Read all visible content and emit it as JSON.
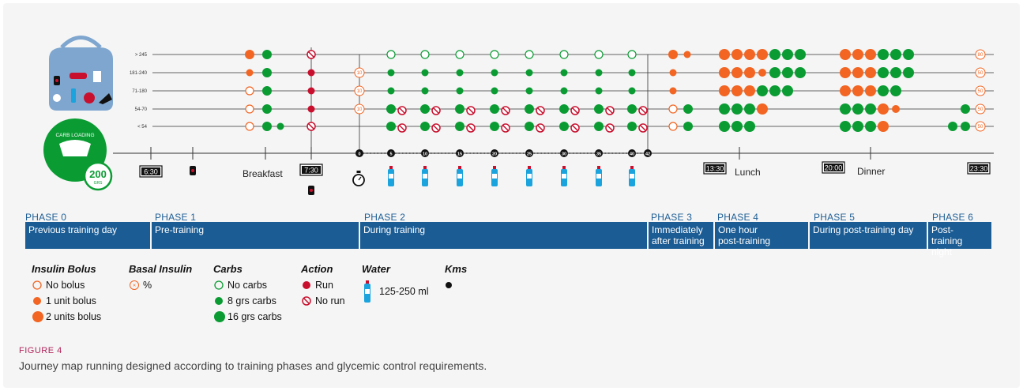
{
  "colors": {
    "orange": "#f26522",
    "green": "#0a9c33",
    "red": "#c8102e",
    "blue": "#1b5c94",
    "bottle": "#1aa3dd",
    "bag": "#7ea6cf"
  },
  "rows": [
    "> 245",
    "181-240",
    "71-180",
    "54-70",
    "< 54"
  ],
  "timeline": {
    "time_boxes": [
      "6:30",
      "7:30",
      "13:30",
      "20:00",
      "23:30"
    ],
    "meal_labels": [
      "Breakfast",
      "Lunch",
      "Dinner"
    ],
    "km_marks": [
      "0",
      "5",
      "10",
      "15",
      "20",
      "25",
      "30",
      "35",
      "40",
      "42"
    ]
  },
  "carb_loading": {
    "title": "CARB LOADING",
    "amount": "200",
    "unit": "GRS"
  },
  "basal": {
    "pre": "10",
    "post": [
      "80",
      "50",
      "50",
      "50",
      "50"
    ]
  },
  "phases": [
    {
      "label": "PHASE 0",
      "desc": "Previous training day"
    },
    {
      "label": "PHASE 1",
      "desc": "Pre-training"
    },
    {
      "label": "PHASE 2",
      "desc": "During training"
    },
    {
      "label": "PHASE 3",
      "desc": "Immediately after training"
    },
    {
      "label": "PHASE 4",
      "desc": "One hour post-training"
    },
    {
      "label": "PHASE 5",
      "desc": "During post-training day"
    },
    {
      "label": "PHASE 6",
      "desc": "Post-training night"
    }
  ],
  "legend": {
    "insulin": {
      "title": "Insulin Bolus",
      "items": [
        "No bolus",
        "1 unit bolus",
        "2 units bolus"
      ]
    },
    "basal": {
      "title": "Basal Insulin",
      "items": [
        "%"
      ]
    },
    "carbs": {
      "title": "Carbs",
      "items": [
        "No carbs",
        "8 grs carbs",
        "16 grs carbs"
      ]
    },
    "action": {
      "title": "Action",
      "items": [
        "Run",
        "No run"
      ]
    },
    "water": {
      "title": "Water",
      "items": [
        "125-250 ml"
      ]
    },
    "kms": {
      "title": "Kms"
    }
  },
  "figure": {
    "label": "FIGURE 4",
    "caption": "Journey map running designed according to training phases and glycemic control requirements."
  }
}
